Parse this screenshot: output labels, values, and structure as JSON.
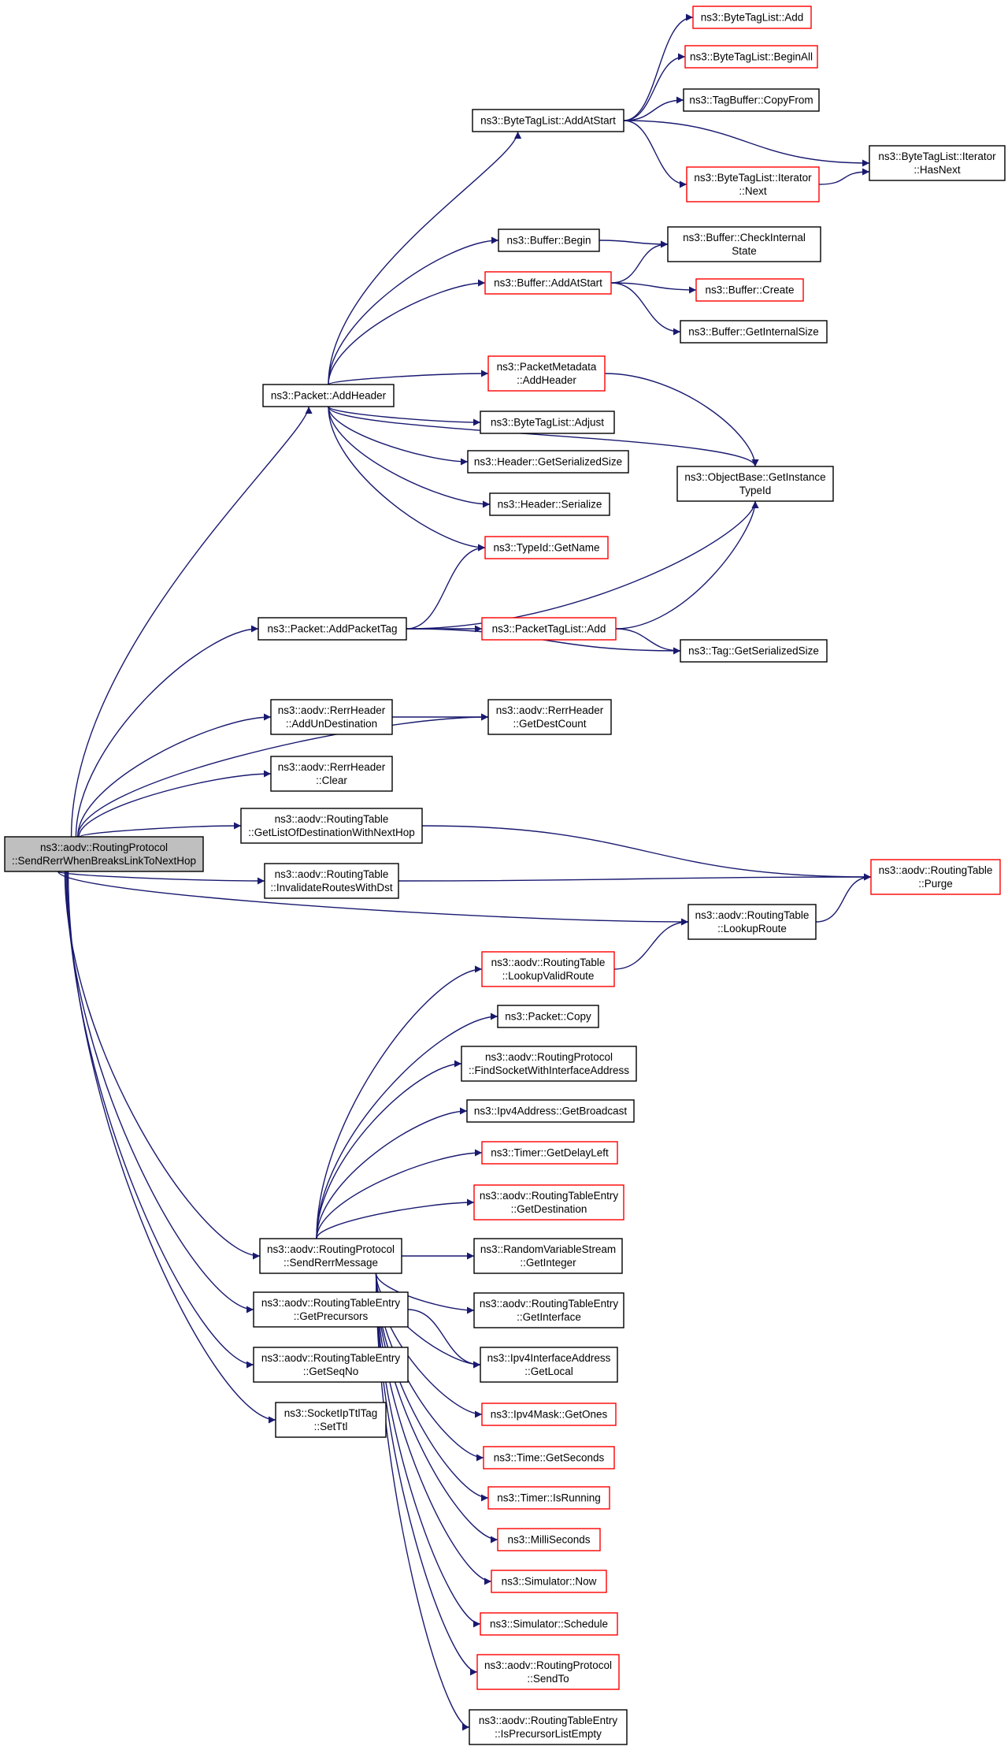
{
  "colors": {
    "edge": "#191970",
    "root_fill": "#bfbfbf",
    "red_border": "#ff0000",
    "black_border": "#000000"
  },
  "nodes": [
    {
      "id": "root",
      "lines": [
        "ns3::aodv::RoutingProtocol",
        "::SendRerrWhenBreaksLinkToNextHop"
      ],
      "style": "root"
    },
    {
      "id": "btl_add",
      "lines": [
        "ns3::ByteTagList::Add"
      ],
      "style": "red"
    },
    {
      "id": "btl_beginall",
      "lines": [
        "ns3::ByteTagList::BeginAll"
      ],
      "style": "red"
    },
    {
      "id": "tagbuf_copyfrom",
      "lines": [
        "ns3::TagBuffer::CopyFrom"
      ],
      "style": "black"
    },
    {
      "id": "btl_addatstart",
      "lines": [
        "ns3::ByteTagList::AddAtStart"
      ],
      "style": "black"
    },
    {
      "id": "btl_it_hasnext",
      "lines": [
        "ns3::ByteTagList::Iterator",
        "::HasNext"
      ],
      "style": "black"
    },
    {
      "id": "btl_it_next",
      "lines": [
        "ns3::ByteTagList::Iterator",
        "::Next"
      ],
      "style": "red"
    },
    {
      "id": "buf_begin",
      "lines": [
        "ns3::Buffer::Begin"
      ],
      "style": "black"
    },
    {
      "id": "buf_checkinternal",
      "lines": [
        "ns3::Buffer::CheckInternal",
        "State"
      ],
      "style": "black"
    },
    {
      "id": "buf_addatstart",
      "lines": [
        "ns3::Buffer::AddAtStart"
      ],
      "style": "red"
    },
    {
      "id": "buf_create",
      "lines": [
        "ns3::Buffer::Create"
      ],
      "style": "red"
    },
    {
      "id": "buf_getinternalsize",
      "lines": [
        "ns3::Buffer::GetInternalSize"
      ],
      "style": "black"
    },
    {
      "id": "pkt_addheader",
      "lines": [
        "ns3::Packet::AddHeader"
      ],
      "style": "black"
    },
    {
      "id": "pm_addheader",
      "lines": [
        "ns3::PacketMetadata",
        "::AddHeader"
      ],
      "style": "red"
    },
    {
      "id": "btl_adjust",
      "lines": [
        "ns3::ByteTagList::Adjust"
      ],
      "style": "black"
    },
    {
      "id": "hdr_getserializedsize",
      "lines": [
        "ns3::Header::GetSerializedSize"
      ],
      "style": "black"
    },
    {
      "id": "ob_getinstancetypeid",
      "lines": [
        "ns3::ObjectBase::GetInstance",
        "TypeId"
      ],
      "style": "black"
    },
    {
      "id": "hdr_serialize",
      "lines": [
        "ns3::Header::Serialize"
      ],
      "style": "black"
    },
    {
      "id": "typeid_getname",
      "lines": [
        "ns3::TypeId::GetName"
      ],
      "style": "red"
    },
    {
      "id": "pkt_addpackettag",
      "lines": [
        "ns3::Packet::AddPacketTag"
      ],
      "style": "black"
    },
    {
      "id": "ptl_add",
      "lines": [
        "ns3::PacketTagList::Add"
      ],
      "style": "red"
    },
    {
      "id": "tag_getserializedsize",
      "lines": [
        "ns3::Tag::GetSerializedSize"
      ],
      "style": "black"
    },
    {
      "id": "rerr_addundest",
      "lines": [
        "ns3::aodv::RerrHeader",
        "::AddUnDestination"
      ],
      "style": "black"
    },
    {
      "id": "rerr_getdestcount",
      "lines": [
        "ns3::aodv::RerrHeader",
        "::GetDestCount"
      ],
      "style": "black"
    },
    {
      "id": "rerr_clear",
      "lines": [
        "ns3::aodv::RerrHeader",
        "::Clear"
      ],
      "style": "black"
    },
    {
      "id": "rt_getlistofdest",
      "lines": [
        "ns3::aodv::RoutingTable",
        "::GetListOfDestinationWithNextHop"
      ],
      "style": "black"
    },
    {
      "id": "rt_invalidate",
      "lines": [
        "ns3::aodv::RoutingTable",
        "::InvalidateRoutesWithDst"
      ],
      "style": "black"
    },
    {
      "id": "rt_purge",
      "lines": [
        "ns3::aodv::RoutingTable",
        "::Purge"
      ],
      "style": "red"
    },
    {
      "id": "rt_lookuproute",
      "lines": [
        "ns3::aodv::RoutingTable",
        "::LookupRoute"
      ],
      "style": "black"
    },
    {
      "id": "rt_lookupvalid",
      "lines": [
        "ns3::aodv::RoutingTable",
        "::LookupValidRoute"
      ],
      "style": "red"
    },
    {
      "id": "pkt_copy",
      "lines": [
        "ns3::Packet::Copy"
      ],
      "style": "black"
    },
    {
      "id": "rp_findsocket",
      "lines": [
        "ns3::aodv::RoutingProtocol",
        "::FindSocketWithInterfaceAddress"
      ],
      "style": "black"
    },
    {
      "id": "ipv4_getbroadcast",
      "lines": [
        "ns3::Ipv4Address::GetBroadcast"
      ],
      "style": "black"
    },
    {
      "id": "timer_getdelayleft",
      "lines": [
        "ns3::Timer::GetDelayLeft"
      ],
      "style": "red"
    },
    {
      "id": "rte_getdestination",
      "lines": [
        "ns3::aodv::RoutingTableEntry",
        "::GetDestination"
      ],
      "style": "red"
    },
    {
      "id": "rp_sendrerrmessage",
      "lines": [
        "ns3::aodv::RoutingProtocol",
        "::SendRerrMessage"
      ],
      "style": "black"
    },
    {
      "id": "rvs_getinteger",
      "lines": [
        "ns3::RandomVariableStream",
        "::GetInteger"
      ],
      "style": "black"
    },
    {
      "id": "rte_getinterface",
      "lines": [
        "ns3::aodv::RoutingTableEntry",
        "::GetInterface"
      ],
      "style": "black"
    },
    {
      "id": "rte_getprecursors",
      "lines": [
        "ns3::aodv::RoutingTableEntry",
        "::GetPrecursors"
      ],
      "style": "black"
    },
    {
      "id": "ipv4if_getlocal",
      "lines": [
        "ns3::Ipv4InterfaceAddress",
        "::GetLocal"
      ],
      "style": "black"
    },
    {
      "id": "rte_getseqno",
      "lines": [
        "ns3::aodv::RoutingTableEntry",
        "::GetSeqNo"
      ],
      "style": "black"
    },
    {
      "id": "ipv4mask_getones",
      "lines": [
        "ns3::Ipv4Mask::GetOnes"
      ],
      "style": "red"
    },
    {
      "id": "socket_setttl",
      "lines": [
        "ns3::SocketIpTtlTag",
        "::SetTtl"
      ],
      "style": "black"
    },
    {
      "id": "time_getseconds",
      "lines": [
        "ns3::Time::GetSeconds"
      ],
      "style": "red"
    },
    {
      "id": "timer_isrunning",
      "lines": [
        "ns3::Timer::IsRunning"
      ],
      "style": "red"
    },
    {
      "id": "milliseconds",
      "lines": [
        "ns3::MilliSeconds"
      ],
      "style": "red"
    },
    {
      "id": "sim_now",
      "lines": [
        "ns3::Simulator::Now"
      ],
      "style": "red"
    },
    {
      "id": "sim_schedule",
      "lines": [
        "ns3::Simulator::Schedule"
      ],
      "style": "red"
    },
    {
      "id": "rp_sendto",
      "lines": [
        "ns3::aodv::RoutingProtocol",
        "::SendTo"
      ],
      "style": "red"
    },
    {
      "id": "rte_isprecursorlistempty",
      "lines": [
        "ns3::aodv::RoutingTableEntry",
        "::IsPrecursorListEmpty"
      ],
      "style": "black"
    }
  ],
  "edges": [
    [
      "root",
      "pkt_addheader"
    ],
    [
      "root",
      "pkt_addpackettag"
    ],
    [
      "root",
      "rerr_addundest"
    ],
    [
      "root",
      "rerr_getdestcount"
    ],
    [
      "root",
      "rerr_clear"
    ],
    [
      "root",
      "rt_getlistofdest"
    ],
    [
      "root",
      "rt_invalidate"
    ],
    [
      "root",
      "rt_lookuproute"
    ],
    [
      "root",
      "rp_sendrerrmessage"
    ],
    [
      "root",
      "rte_getprecursors"
    ],
    [
      "root",
      "rte_getseqno"
    ],
    [
      "root",
      "socket_setttl"
    ],
    [
      "btl_addatstart",
      "btl_add"
    ],
    [
      "btl_addatstart",
      "btl_beginall"
    ],
    [
      "btl_addatstart",
      "tagbuf_copyfrom"
    ],
    [
      "btl_addatstart",
      "btl_it_hasnext"
    ],
    [
      "btl_addatstart",
      "btl_it_next"
    ],
    [
      "btl_it_next",
      "btl_it_hasnext"
    ],
    [
      "buf_begin",
      "buf_checkinternal"
    ],
    [
      "buf_addatstart",
      "buf_checkinternal"
    ],
    [
      "buf_addatstart",
      "buf_create"
    ],
    [
      "buf_addatstart",
      "buf_getinternalsize"
    ],
    [
      "pkt_addheader",
      "btl_addatstart"
    ],
    [
      "pkt_addheader",
      "buf_begin"
    ],
    [
      "pkt_addheader",
      "buf_addatstart"
    ],
    [
      "pkt_addheader",
      "ob_getinstancetypeid"
    ],
    [
      "pkt_addheader",
      "pm_addheader"
    ],
    [
      "pkt_addheader",
      "btl_adjust"
    ],
    [
      "pkt_addheader",
      "hdr_getserializedsize"
    ],
    [
      "pkt_addheader",
      "hdr_serialize"
    ],
    [
      "pkt_addheader",
      "typeid_getname"
    ],
    [
      "pm_addheader",
      "ob_getinstancetypeid"
    ],
    [
      "pkt_addpackettag",
      "typeid_getname"
    ],
    [
      "pkt_addpackettag",
      "ob_getinstancetypeid"
    ],
    [
      "pkt_addpackettag",
      "ptl_add"
    ],
    [
      "pkt_addpackettag",
      "tag_getserializedsize"
    ],
    [
      "ptl_add",
      "ob_getinstancetypeid"
    ],
    [
      "ptl_add",
      "tag_getserializedsize"
    ],
    [
      "rerr_addundest",
      "rerr_getdestcount"
    ],
    [
      "rt_getlistofdest",
      "rt_purge"
    ],
    [
      "rt_invalidate",
      "rt_purge"
    ],
    [
      "rt_lookuproute",
      "rt_purge"
    ],
    [
      "rt_lookupvalid",
      "rt_lookuproute"
    ],
    [
      "rp_sendrerrmessage",
      "rt_lookupvalid"
    ],
    [
      "rp_sendrerrmessage",
      "pkt_copy"
    ],
    [
      "rp_sendrerrmessage",
      "rp_findsocket"
    ],
    [
      "rp_sendrerrmessage",
      "ipv4_getbroadcast"
    ],
    [
      "rp_sendrerrmessage",
      "timer_getdelayleft"
    ],
    [
      "rp_sendrerrmessage",
      "rte_getdestination"
    ],
    [
      "rp_sendrerrmessage",
      "rvs_getinteger"
    ],
    [
      "rp_sendrerrmessage",
      "rte_getinterface"
    ],
    [
      "rp_sendrerrmessage",
      "ipv4if_getlocal"
    ],
    [
      "rp_sendrerrmessage",
      "ipv4mask_getones"
    ],
    [
      "rp_sendrerrmessage",
      "time_getseconds"
    ],
    [
      "rp_sendrerrmessage",
      "timer_isrunning"
    ],
    [
      "rp_sendrerrmessage",
      "milliseconds"
    ],
    [
      "rp_sendrerrmessage",
      "sim_now"
    ],
    [
      "rp_sendrerrmessage",
      "sim_schedule"
    ],
    [
      "rp_sendrerrmessage",
      "rp_sendto"
    ],
    [
      "rp_sendrerrmessage",
      "rte_isprecursorlistempty"
    ],
    [
      "rte_getprecursors",
      "ipv4if_getlocal"
    ]
  ]
}
